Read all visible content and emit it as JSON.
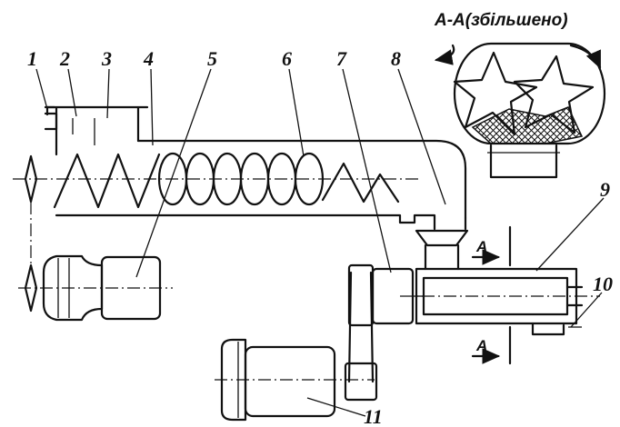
{
  "section_title": "A-A(збільшено)",
  "section_marks": {
    "top": "A",
    "bottom": "A"
  },
  "part_labels": [
    "1",
    "2",
    "3",
    "4",
    "5",
    "6",
    "7",
    "8",
    "9",
    "10",
    "11"
  ]
}
